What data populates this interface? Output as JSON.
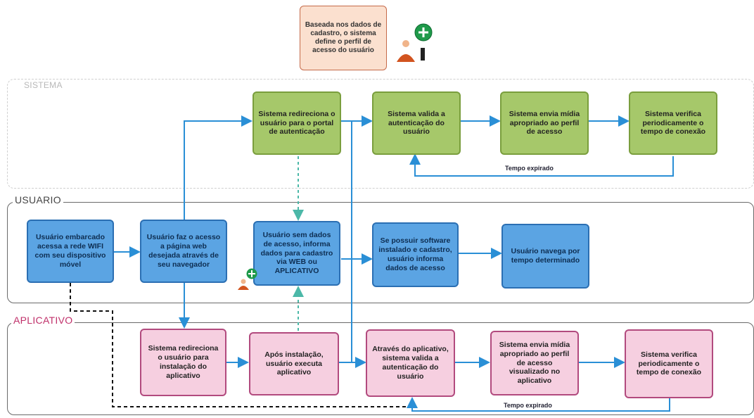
{
  "note": "Baseada nos dados de cadastro, o sistema define o perfil de acesso do usuário",
  "lanes": {
    "sistema": {
      "label": "SISTEMA"
    },
    "usuario": {
      "label": "USUARIO"
    },
    "aplicativo": {
      "label": "APLICATIVO"
    }
  },
  "sistema": {
    "redireciona_portal": "Sistema redireciona o usuário para o portal de autenticação",
    "valida": "Sistema valida a autenticação do usuário",
    "envia_midia": "Sistema envia mídia apropriado ao perfil de acesso",
    "verifica": "Sistema verifica periodicamente o tempo de conexão",
    "tempo_expirado": "Tempo expirado"
  },
  "usuario": {
    "embarcado": "Usuário embarcado acessa a rede WIFI com seu dispositivo móvel",
    "acesso_pagina": "Usuário faz o acesso a página web desejada através de seu navegador",
    "sem_dados": "Usuário sem dados de acesso, informa dados para cadastro via WEB ou APLICATIVO",
    "se_possuir": "Se possuir software instalado e cadastro, usuário informa dados de acesso",
    "navega": "Usuário navega por tempo determinado"
  },
  "aplicativo": {
    "redireciona_instalacao": "Sistema redireciona o usuário para instalação do aplicativo",
    "apos_instalacao": "Após instalação, usuário executa aplicativo",
    "atraves": "Através do aplicativo, sistema valida a autenticação do usuário",
    "envia_midia": "Sistema envia mídia apropriado ao perfil de acesso visualizado no aplicativo",
    "verifica": "Sistema verifica periodicamente o tempo de conexão",
    "tempo_expirado": "Tempo expirado"
  }
}
